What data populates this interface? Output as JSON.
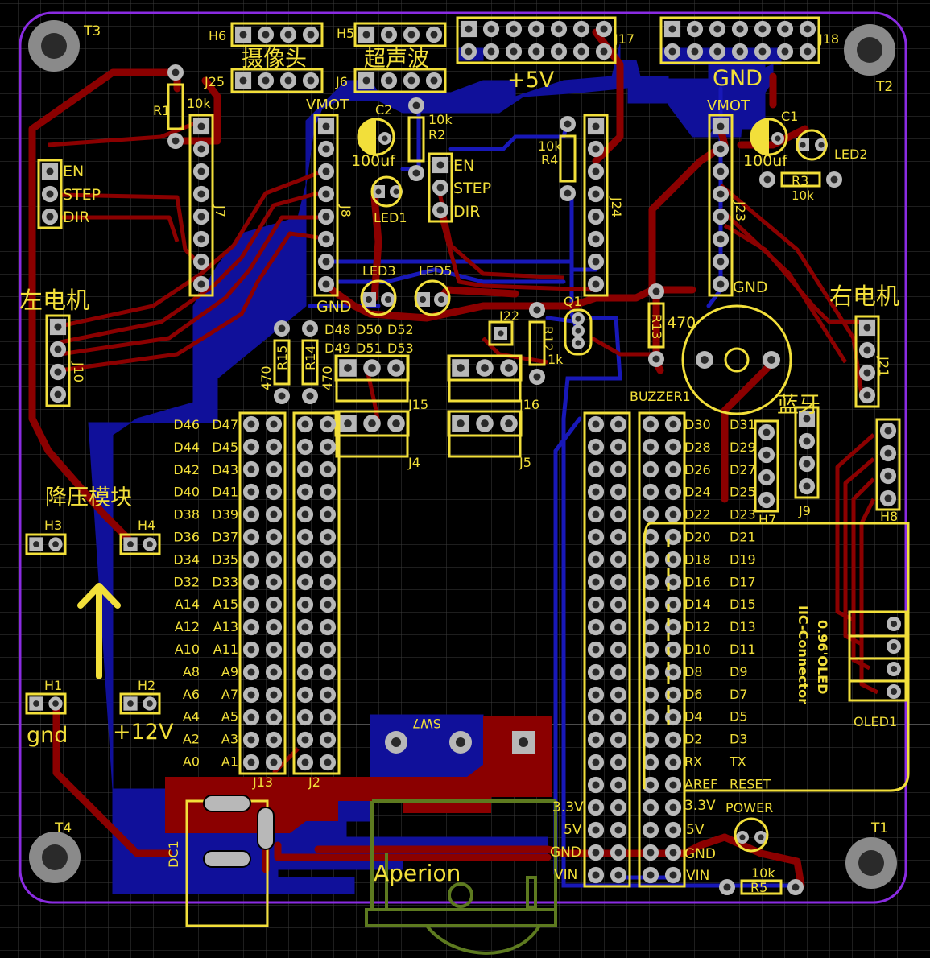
{
  "board": {
    "colors": {
      "background": "#000000",
      "grid": "#3c3c3c",
      "outline": "#8a2be2",
      "top_copper": "#8b0000",
      "bottom_copper": "#10109a",
      "silkscreen": "#f2df3a",
      "pad": "#b8b8b8",
      "hole": "#2a2a2a",
      "mech_layer": "#5d7a1f"
    }
  },
  "silk": {
    "T3": "T3",
    "T2": "T2",
    "T4": "T4",
    "T1": "T1",
    "H6": "H6",
    "H5": "H5",
    "J17": "J17",
    "J18": "J18",
    "J25": "J25",
    "J6": "J6",
    "camera": "摄像头",
    "ultrasonic": "超声波",
    "plus5v": "+5V",
    "gnd_top": "GND",
    "R1": "R1",
    "R1v": "10k",
    "vmot_left": "VMOT",
    "vmot_right": "VMOT",
    "C2": "C2",
    "C2v": "100uf",
    "C1": "C1",
    "C1v": "100uf",
    "R2": "R2",
    "R2v": "10k",
    "R4": "R4",
    "R4v": "10k",
    "R3": "R3",
    "R3v": "10k",
    "LED1": "LED1",
    "LED2": "LED2",
    "LED3": "LED3",
    "LED5": "LED5",
    "en_l": "EN",
    "step_l": "STEP",
    "dir_l": "DIR",
    "en_m": "EN",
    "step_m": "STEP",
    "dir_m": "DIR",
    "J7": "J7",
    "J8": "J8",
    "J24": "J24",
    "J23": "J23",
    "J10": "J10",
    "J21": "J21",
    "left_motor": "左电机",
    "right_motor": "右电机",
    "gnd_j8": "GND",
    "gnd_j23": "GND",
    "D48": "D48",
    "D50": "D50",
    "D52": "D52",
    "D49": "D49",
    "D51": "D51",
    "D53": "D53",
    "J22": "J22",
    "Q1": "Q1",
    "R12": "R12",
    "R12v": "1k",
    "R13": "R13",
    "R13v": "470",
    "R15": "R15",
    "R14": "R14",
    "R15v": "470",
    "R14v": "470",
    "J15": "J15",
    "J16": "J16",
    "J4": "J4",
    "J5": "J5",
    "BUZZER1": "BUZZER1",
    "bluetooth": "蓝牙",
    "H7": "H7",
    "J9": "J9",
    "H8": "H8",
    "buck": "降压模块",
    "H3": "H3",
    "H4": "H4",
    "H1": "H1",
    "H2": "H2",
    "gnd_h1": "gnd",
    "plus12v": "+12V",
    "J13": "J13",
    "J2": "J2",
    "SW7": "SW7",
    "DC1": "DC1",
    "aperion": "Aperion",
    "oled_name": "0.96'OLED",
    "iic": "IIC-Connector",
    "OLED1": "OLED1",
    "power": "POWER",
    "R5": "R5",
    "R5v": "10k",
    "p33_l": "3.3V",
    "p5v_l": "5V",
    "gnd_l": "GND",
    "vin_l": "VIN",
    "p33_r": "3.3V",
    "p5v_r": "5V",
    "gnd_r": "GND",
    "vin_r": "VIN"
  },
  "header_left_labels": [
    [
      "D46",
      "D47"
    ],
    [
      "D44",
      "D45"
    ],
    [
      "D42",
      "D43"
    ],
    [
      "D40",
      "D41"
    ],
    [
      "D38",
      "D39"
    ],
    [
      "D36",
      "D37"
    ],
    [
      "D34",
      "D35"
    ],
    [
      "D32",
      "D33"
    ],
    [
      "A14",
      "A15"
    ],
    [
      "A12",
      "A13"
    ],
    [
      "A10",
      "A11"
    ],
    [
      "A8",
      "A9"
    ],
    [
      "A6",
      "A7"
    ],
    [
      "A4",
      "A5"
    ],
    [
      "A2",
      "A3"
    ],
    [
      "A0",
      "A1"
    ]
  ],
  "header_right_labels": [
    [
      "D30",
      "D31"
    ],
    [
      "D28",
      "D29"
    ],
    [
      "D26",
      "D27"
    ],
    [
      "D24",
      "D25"
    ],
    [
      "D22",
      "D23"
    ],
    [
      "D20",
      "D21"
    ],
    [
      "D18",
      "D19"
    ],
    [
      "D16",
      "D17"
    ],
    [
      "D14",
      "D15"
    ],
    [
      "D12",
      "D13"
    ],
    [
      "D10",
      "D11"
    ],
    [
      "D8",
      "D9"
    ],
    [
      "D6",
      "D7"
    ],
    [
      "D4",
      "D5"
    ],
    [
      "D2",
      "D3"
    ],
    [
      "RX",
      "TX"
    ],
    [
      "AREF",
      "RESET"
    ]
  ]
}
